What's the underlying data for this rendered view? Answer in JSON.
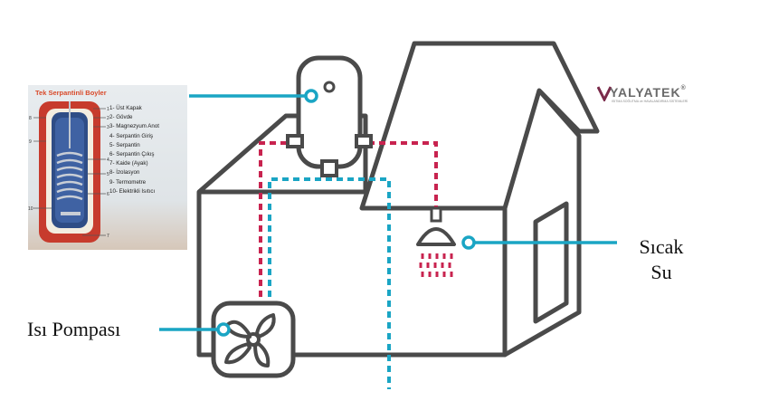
{
  "labels": {
    "heat_pump": "Isı Pompası",
    "hot_water_line1": "Sıcak",
    "hot_water_line2": "Su"
  },
  "logo": {
    "name": "YALYATEK",
    "registered": "®",
    "tagline": "ISITMA SOĞUTMA ve HAVALANDIRMA SİSTEMLERİ"
  },
  "boiler_inset": {
    "title": "Tek Serpantinli Boyler",
    "items": [
      "1-   Üst Kapak",
      "2-   Gövde",
      "3-   Magnezyum Anot",
      "4-   Serpantin Giriş",
      "5-   Serpantin",
      "6-   Serpantin Çıkış",
      "7-   Kaide (Ayak)",
      "8-   İzolasyon",
      "9-   Termometre",
      "10-  Elektrikli Isıtıcı"
    ],
    "callout_numbers": [
      "1",
      "2",
      "3",
      "4",
      "5",
      "6",
      "7",
      "8",
      "9",
      "10"
    ]
  },
  "colors": {
    "outline": "#4a4a4a",
    "hot_line": "#c8234f",
    "cold_line": "#1aa5c4",
    "callout": "#1aa5c4",
    "logo_accent": "#7a2a4a"
  }
}
